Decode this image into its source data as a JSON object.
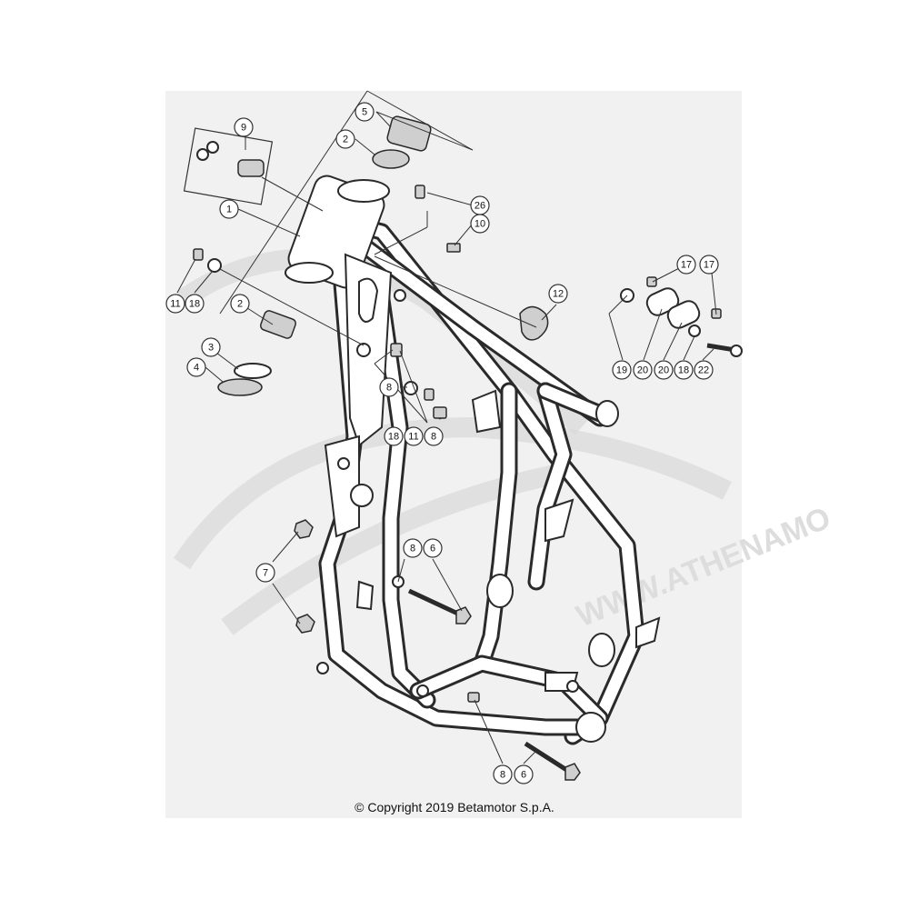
{
  "copyright": "© Copyright 2019 Betamotor S.p.A.",
  "watermark": {
    "text": "WWW.ATHENAMO",
    "color": "#d8d8d8"
  },
  "colors": {
    "line": "#2a2a2a",
    "panel": "#f1f1f1",
    "background": "#ffffff"
  },
  "callouts": [
    {
      "id": "c-5a",
      "label": "5"
    },
    {
      "id": "c-2a",
      "label": "2"
    },
    {
      "id": "c-9",
      "label": "9"
    },
    {
      "id": "c-1",
      "label": "1"
    },
    {
      "id": "c-26",
      "label": "26"
    },
    {
      "id": "c-10",
      "label": "10"
    },
    {
      "id": "c-11a",
      "label": "11"
    },
    {
      "id": "c-18a",
      "label": "18"
    },
    {
      "id": "c-2b",
      "label": "2"
    },
    {
      "id": "c-3",
      "label": "3"
    },
    {
      "id": "c-4",
      "label": "4"
    },
    {
      "id": "c-12",
      "label": "12"
    },
    {
      "id": "c-17a",
      "label": "17"
    },
    {
      "id": "c-17b",
      "label": "17"
    },
    {
      "id": "c-19",
      "label": "19"
    },
    {
      "id": "c-20a",
      "label": "20"
    },
    {
      "id": "c-20b",
      "label": "20"
    },
    {
      "id": "c-18c",
      "label": "18"
    },
    {
      "id": "c-22",
      "label": "22"
    },
    {
      "id": "c-8a",
      "label": "8"
    },
    {
      "id": "c-18b",
      "label": "18"
    },
    {
      "id": "c-11b",
      "label": "11"
    },
    {
      "id": "c-8b",
      "label": "8"
    },
    {
      "id": "c-8c",
      "label": "8"
    },
    {
      "id": "c-6a",
      "label": "6"
    },
    {
      "id": "c-7",
      "label": "7"
    },
    {
      "id": "c-8d",
      "label": "8"
    },
    {
      "id": "c-6b",
      "label": "6"
    }
  ]
}
